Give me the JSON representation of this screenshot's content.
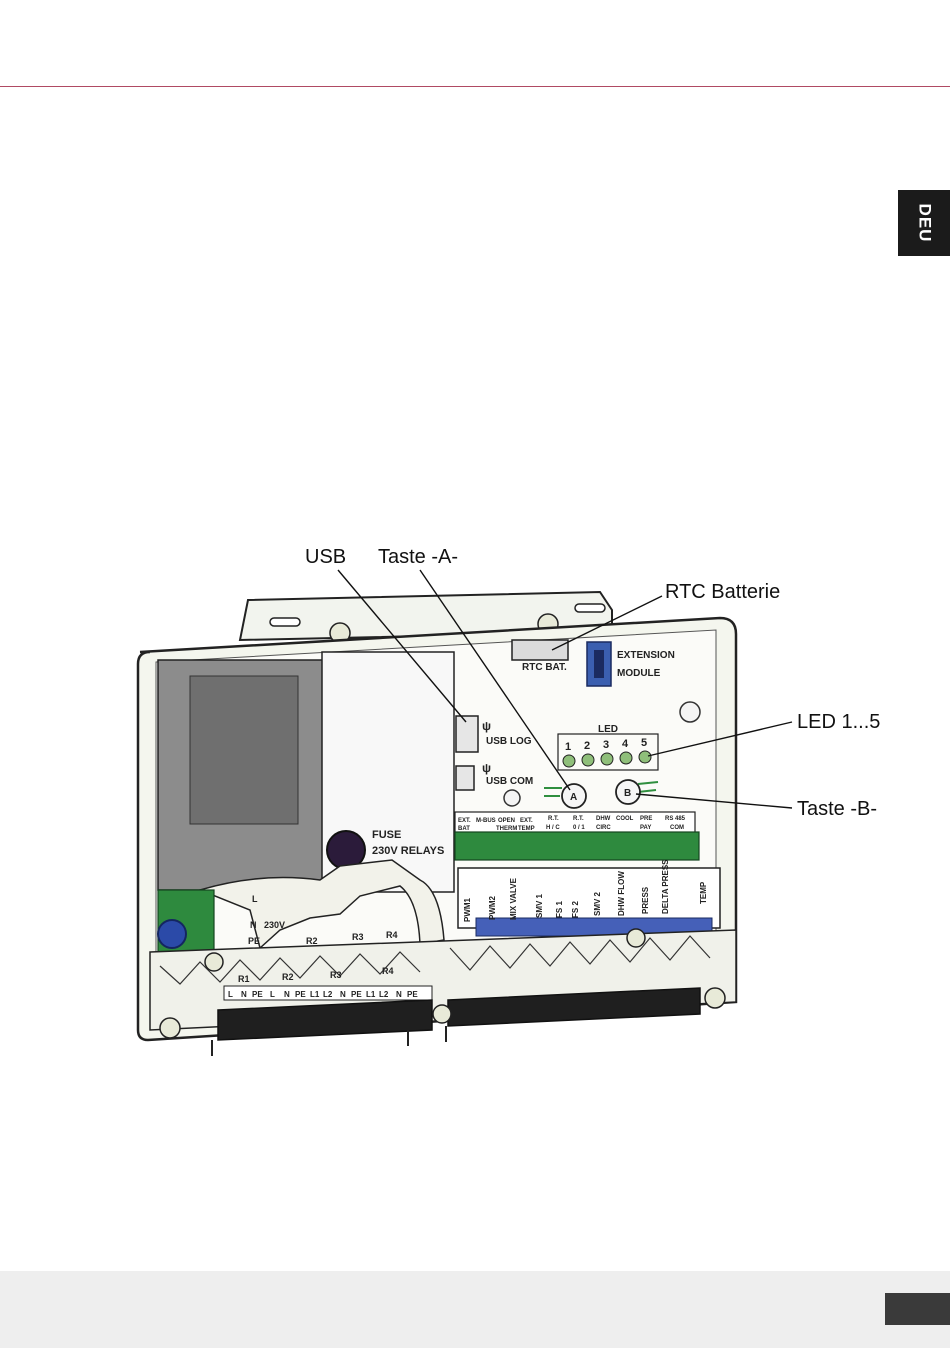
{
  "header": {
    "language_tab": "DEU"
  },
  "callouts": {
    "usb": "USB",
    "taste_a": "Taste -A-",
    "rtc_batterie": "RTC Batterie",
    "led": "LED 1...5",
    "taste_b": "Taste -B-"
  },
  "board": {
    "rtc_bat": "RTC BAT.",
    "extension_1": "EXTENSION",
    "extension_2": "MODULE",
    "usb_log": "USB LOG",
    "usb_com": "USB COM",
    "led_title": "LED",
    "led_numbers": [
      "1",
      "2",
      "3",
      "4",
      "5"
    ],
    "button_a": "A",
    "button_b": "B",
    "fuse_1": "FUSE",
    "fuse_2": "230V RELAYS",
    "terminal_labels": [
      [
        "EXT.",
        "BAT"
      ],
      [
        "M-BUS",
        ""
      ],
      [
        "OPEN",
        "THERM"
      ],
      [
        "EXT.",
        "TEMP"
      ],
      [
        "R.T.",
        "H / C"
      ],
      [
        "R.T.",
        "0 / 1"
      ],
      [
        "DHW",
        "CIRC"
      ],
      [
        "COOL",
        ""
      ],
      [
        "PRE",
        "PAY"
      ],
      [
        "RS 485",
        "COM"
      ]
    ],
    "vertical_labels": [
      "PWM1",
      "PWM2",
      "MIX VALVE",
      "SMV 1",
      "FS 1",
      "FS 2",
      "SMV 2",
      "DHW FLOW",
      "PRESS",
      "DELTA PRESS",
      "TEMP"
    ],
    "relay_upper": [
      "L",
      "N",
      "PE",
      "230V",
      "R2",
      "R3",
      "R4"
    ],
    "relay_lower": [
      "R1",
      "R2",
      "R3",
      "R4"
    ],
    "relay_pins": [
      "L",
      "N",
      "PE",
      "L",
      "N",
      "PE",
      "L1",
      "L2",
      "N",
      "PE",
      "L1",
      "L2",
      "N",
      "PE"
    ]
  }
}
